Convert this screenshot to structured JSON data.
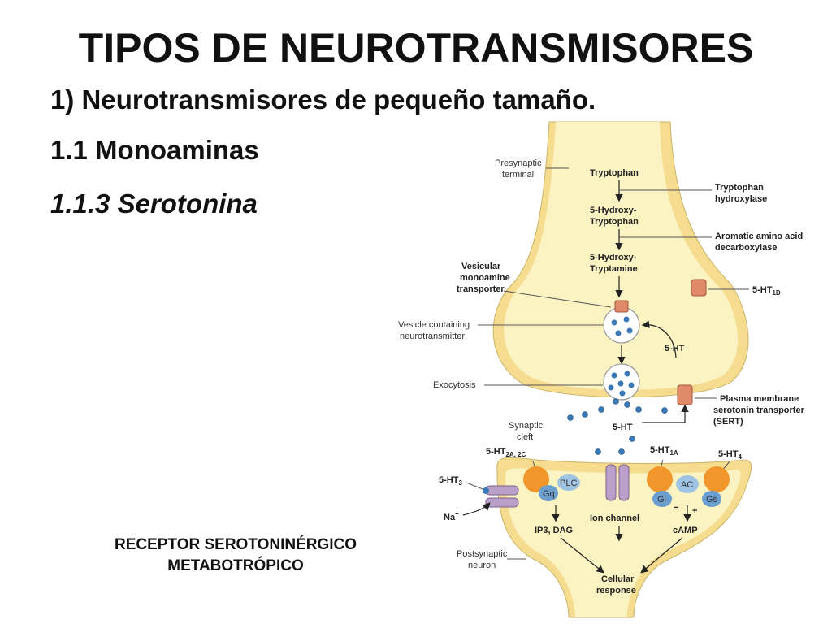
{
  "slide": {
    "title": "TIPOS DE NEUROTRANSMISORES",
    "heading1": "1)  Neurotransmisores de pequeño tamaño.",
    "heading2": "1.1 Monoaminas",
    "heading3": "1.1.3 Serotonina",
    "caption_line1": "RECEPTOR SEROTONINÉRGICO",
    "caption_line2": "METABOTRÓPICO"
  },
  "diagram": {
    "presynaptic_1": "Presynaptic",
    "presynaptic_2": "terminal",
    "tryptophan": "Tryptophan",
    "hydroxytryptophan_1": "5-Hydroxy-",
    "hydroxytryptophan_2": "Tryptophan",
    "hydroxytryptamine_1": "5-Hydroxy-",
    "hydroxytryptamine_2": "Tryptamine",
    "tryptophan_hydroxylase_1": "Tryptophan",
    "tryptophan_hydroxylase_2": "hydroxylase",
    "decarboxylase_1": "Aromatic amino acid",
    "decarboxylase_2": "decarboxylase",
    "vmat_1": "Vesicular",
    "vmat_2": "monoamine",
    "vmat_3": "transporter",
    "ht1d": "5-HT",
    "ht1d_sub": "1D",
    "vesicle_1": "Vesicle containing",
    "vesicle_2": "neurotransmitter",
    "reuptake_5ht": "5-HT",
    "exocytosis": "Exocytosis",
    "sert_1": "Plasma membrane",
    "sert_2": "serotonin transporter",
    "sert_3": "(SERT)",
    "synaptic_1": "Synaptic",
    "synaptic_2": "cleft",
    "cleft_5ht": "5-HT",
    "ht2": "5-HT",
    "ht2_sub": "2A, 2C",
    "ht1a": "5-HT",
    "ht1a_sub": "1A",
    "ht4": "5-HT",
    "ht4_sub": "4",
    "ht3": "5-HT",
    "ht3_sub": "3",
    "gq": "Gq",
    "plc": "PLC",
    "gi": "Gi",
    "ac": "AC",
    "gs": "Gs",
    "minus": "−",
    "plus": "+",
    "na": "Na",
    "na_sup": "+",
    "ip3": "IP3, DAG",
    "ion_channel": "Ion channel",
    "camp": "cAMP",
    "postsynaptic_1": "Postsynaptic",
    "postsynaptic_2": "neuron",
    "cellular_1": "Cellular",
    "cellular_2": "response"
  },
  "colors": {
    "cytoplasm": "#fbf3c2",
    "membrane": "#f5dc8e",
    "receptor": "#f0962a",
    "gprotein": "#6b9fcf",
    "channel": "#b9a0c8",
    "transporter": "#e08a6a",
    "vesicle_dot": "#3a78b8"
  }
}
